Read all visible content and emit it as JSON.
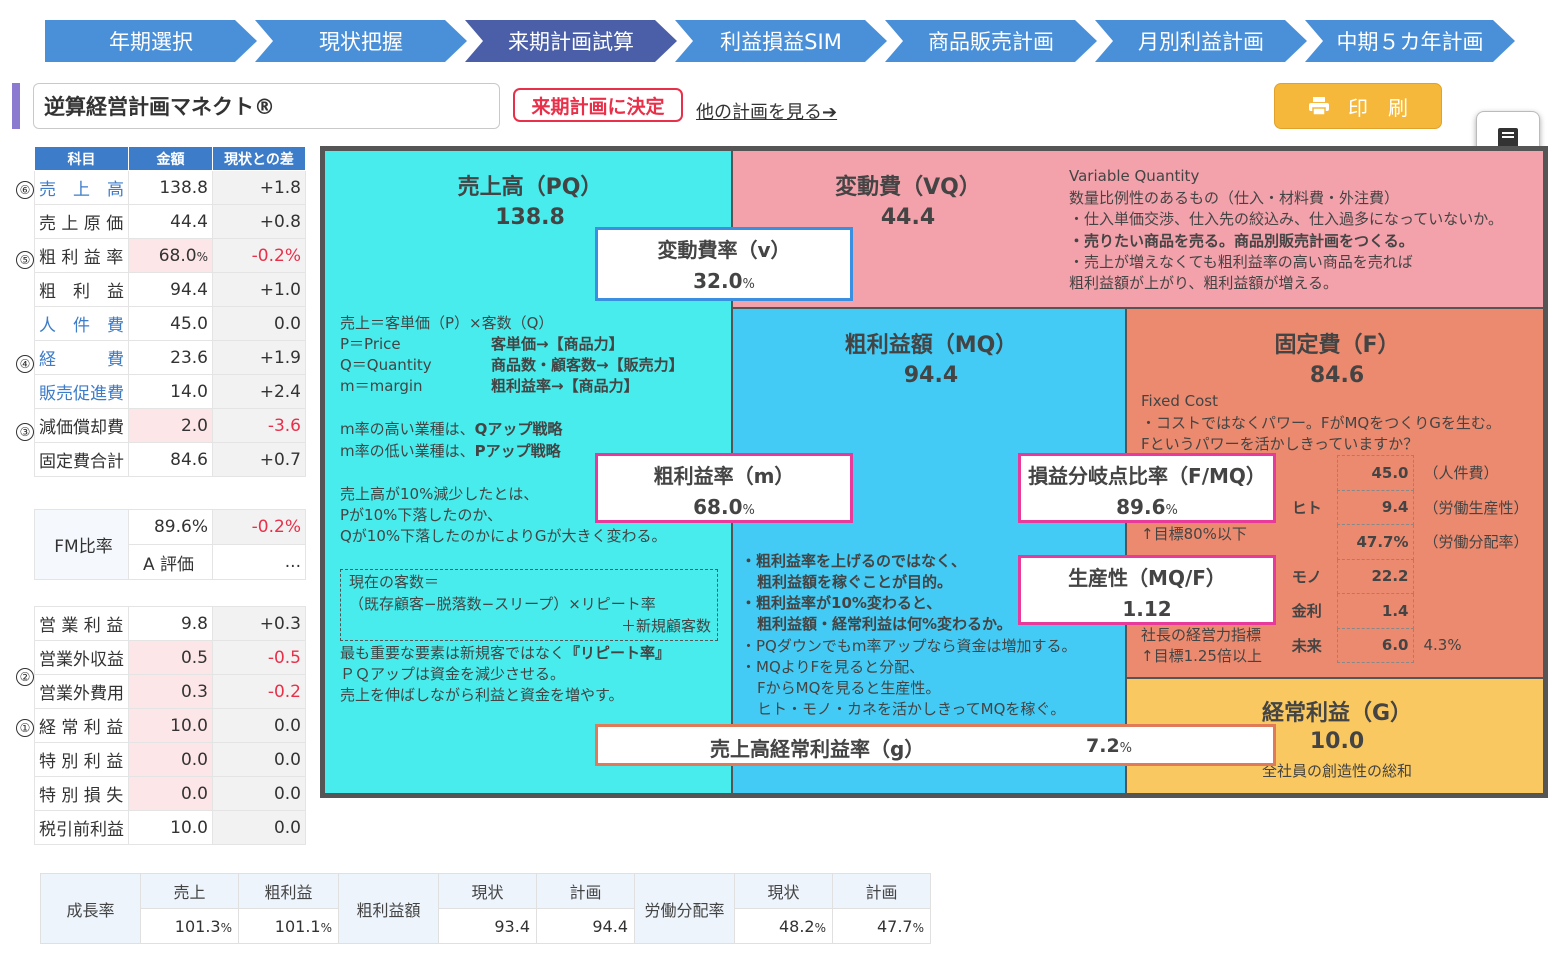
{
  "steps": [
    "年期選択",
    "現状把握",
    "来期計画試算",
    "利益損益SIM",
    "商品販売計画",
    "月別利益計画",
    "中期５カ年計画"
  ],
  "header": {
    "plan_name": "逆算経営計画マネクト®",
    "decided_label": "来期計画に決定",
    "other_plans_link": "他の計画を見る➔",
    "print_label": "印　刷"
  },
  "left_table": {
    "headers": [
      "科目",
      "金額",
      "現状との差"
    ],
    "rows1": [
      {
        "marker": "⑥",
        "label": "売　上　高",
        "value": "138.8",
        "diff": "+1.8"
      },
      {
        "marker": "",
        "label": "売 上 原 価",
        "value": "44.4",
        "diff": "+0.8"
      },
      {
        "marker": "⑤",
        "label": "粗 利 益 率",
        "value": "68.0",
        "unit": "%",
        "diff": "-0.2%"
      },
      {
        "marker": "",
        "label": "粗　利　益",
        "value": "94.4",
        "diff": "+1.0"
      },
      {
        "marker": "",
        "label": "人　件　費",
        "value": "45.0",
        "diff": "0.0"
      },
      {
        "marker": "④",
        "label": "経　　　費",
        "value": "23.6",
        "diff": "+1.9"
      },
      {
        "marker": "",
        "label": "販売促進費",
        "value": "14.0",
        "diff": "+2.4"
      },
      {
        "marker": "③",
        "label": "減価償却費",
        "value": "2.0",
        "diff": "-3.6"
      },
      {
        "marker": "",
        "label": "固定費合計",
        "value": "84.6",
        "diff": "+0.7"
      }
    ],
    "fm": {
      "label": "FM比率",
      "value": "89.6%",
      "diff": "-0.2%",
      "grade": "A 評価",
      "grade_diff": "..."
    },
    "rows2": [
      {
        "marker": "",
        "label": "営 業 利 益",
        "value": "9.8",
        "diff": "+0.3"
      },
      {
        "marker": "②",
        "label": "営業外収益",
        "value": "0.5",
        "diff": "-0.5"
      },
      {
        "marker": "",
        "label": "営業外費用",
        "value": "0.3",
        "diff": "-0.2"
      },
      {
        "marker": "①",
        "label": "経 常 利 益",
        "value": "10.0",
        "diff": "0.0"
      },
      {
        "marker": "",
        "label": "特 別 利 益",
        "value": "0.0",
        "diff": "0.0"
      },
      {
        "marker": "",
        "label": "特 別 損 失",
        "value": "0.0",
        "diff": "0.0"
      },
      {
        "marker": "",
        "label": "税引前利益",
        "value": "10.0",
        "diff": "0.0"
      }
    ]
  },
  "board": {
    "pq": {
      "title": "売上高（PQ）",
      "value": "138.8"
    },
    "vq": {
      "title": "変動費（VQ）",
      "value": "44.4"
    },
    "mq": {
      "title": "粗利益額（MQ）",
      "value": "94.4"
    },
    "f": {
      "title": "固定費（F）",
      "value": "84.6"
    },
    "g": {
      "title": "経常利益（G）",
      "value": "10.0",
      "note": "全社員の創造性の総和"
    },
    "v_rate": {
      "title": "変動費率（v）",
      "value": "32.0",
      "unit": "%"
    },
    "m_rate": {
      "title": "粗利益率（m）",
      "value": "68.0",
      "unit": "%"
    },
    "bep": {
      "title": "損益分岐点比率（F/MQ）",
      "value": "89.6",
      "unit": "%",
      "target": "↑目標80%以下"
    },
    "prod": {
      "title": "生産性（MQ/F）",
      "value": "1.12",
      "note1": "社長の経営力指標",
      "note2": "↑目標1.25倍以上"
    },
    "g_rate": {
      "title": "売上高経常利益率（g）",
      "value": "7.2",
      "unit": "%"
    },
    "vq_text": {
      "l1": "Variable Quantity",
      "l2": "数量比例性のあるもの（仕入・材料費・外注費）",
      "l3": "・仕入単価交渉、仕入先の絞込み、仕入過多になっていないか。",
      "l4": "・売りたい商品を売る。商品別販売計画をつくる。",
      "l5": "・売上が増えなくても粗利益率の高い商品を売れば",
      "l6": "粗利益額が上がり、粗利益額が増える。"
    },
    "pq_text": {
      "formula": "売上＝客単価（P）×客数（Q）",
      "p_key": "P＝Price",
      "p_val": "客単価→【商品力】",
      "q_key": "Q＝Quantity",
      "q_val": "商品数・顧客数→【販売力】",
      "m_key": "m＝margin",
      "m_val": "粗利益率→【商品力】",
      "high_m": "m率の高い業種は、",
      "high_m_b": "Qアップ戦略",
      "low_m": "m率の低い業種は、",
      "low_m_b": "Pアップ戦略",
      "drop1": "売上高が10%減少したとは、",
      "drop2": "Pが10%下落したのか、",
      "drop3": "Qが10%下落したのかによりGが大きく変わる。",
      "cust1": "現在の客数＝",
      "cust2": "（既存顧客−脱落数−スリープ）×リピート率",
      "cust3": "＋新規顧客数",
      "rep1a": "最も重要な要素は新規客ではなく",
      "rep1b": "『リピート率』",
      "rep2": "ＰＱアップは資金を減少させる。",
      "rep3": "売上を伸ばしながら利益と資金を増やす。"
    },
    "mq_text": {
      "b1": "・粗利益率を上げるのではなく、",
      "b2": "粗利益額を稼ぐことが目的。",
      "b3": "・粗利益率が10%変わると、",
      "b4": "粗利益額・経常利益は何%変わるか。",
      "n1": "・PQダウンでもm率アップなら資金は増加する。",
      "n2": "・MQよりFを見ると分配、",
      "n3": "FからMQを見ると生産性。",
      "n4": "ヒト・モノ・カネを活かしきってMQを稼ぐ。"
    },
    "f_text": {
      "l1": "Fixed Cost",
      "l2": "・コストではなくパワー。FがMQをつくりGを生む。",
      "l3": "Fというパワーを活かしきっていますか？"
    },
    "f_table": [
      {
        "label": "",
        "value": "45.0",
        "note": "（人件費）"
      },
      {
        "label": "ヒト",
        "value": "9.4",
        "note": "（労働生産性）"
      },
      {
        "label": "",
        "value": "47.7%",
        "note": "（労働分配率）"
      },
      {
        "label": "モノ",
        "value": "22.2",
        "note": ""
      },
      {
        "label": "金利",
        "value": "1.4",
        "note": ""
      },
      {
        "label": "未来",
        "value": "6.0",
        "note": "4.3%"
      }
    ]
  },
  "bottom": {
    "growth_label": "成長率",
    "sales_label": "売上",
    "sales_value": "101.3",
    "gross_label": "粗利益",
    "gross_value": "101.1",
    "unit": "%",
    "mq_label": "粗利益額",
    "cur_label": "現状",
    "plan_label": "計画",
    "mq_cur": "93.4",
    "mq_plan": "94.4",
    "labor_label": "労働分配率",
    "labor_cur": "48.2",
    "labor_plan": "47.7"
  },
  "colors": {
    "cyan": "#48ecec",
    "pink": "#f3a1aa",
    "blue": "#44cbf5",
    "salmon": "#eb8a6e",
    "yellow": "#fac860",
    "nav": "#4a90d9",
    "nav_active": "#4a5fa8",
    "red": "#e8304a"
  }
}
